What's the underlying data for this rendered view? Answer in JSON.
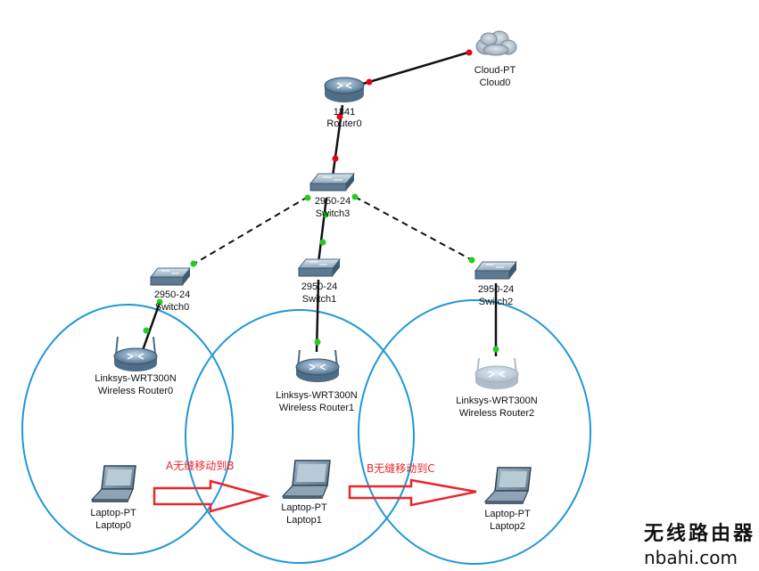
{
  "devices": {
    "cloud": {
      "model": "Cloud-PT",
      "name": "Cloud0"
    },
    "router": {
      "model": "1841",
      "name": "Router0"
    },
    "switch3": {
      "model": "2950-24",
      "name": "Switch3"
    },
    "switch0": {
      "model": "2950-24",
      "name": "Switch0"
    },
    "switch1": {
      "model": "2950-24",
      "name": "Switch1"
    },
    "switch2": {
      "model": "2950-24",
      "name": "Switch2"
    },
    "wr0": {
      "model": "Linksys-WRT300N",
      "name": "Wireless Router0"
    },
    "wr1": {
      "model": "Linksys-WRT300N",
      "name": "Wireless Router1"
    },
    "wr2": {
      "model": "Linksys-WRT300N",
      "name": "Wireless Router2"
    },
    "laptop0": {
      "model": "Laptop-PT",
      "name": "Laptop0"
    },
    "laptop1": {
      "model": "Laptop-PT",
      "name": "Laptop1"
    },
    "laptop2": {
      "model": "Laptop-PT",
      "name": "Laptop2"
    }
  },
  "annotations": {
    "move_a_to_b": "A无缝移动到B",
    "move_b_to_c": "B无缝移动到C"
  },
  "watermark": {
    "chinese": "无线路由器",
    "domain": "nbahi.com"
  },
  "colors": {
    "link_down": "#e3001b",
    "link_up": "#22cc22",
    "coverage": "#1f97d8",
    "arrow": "#e8262c"
  }
}
